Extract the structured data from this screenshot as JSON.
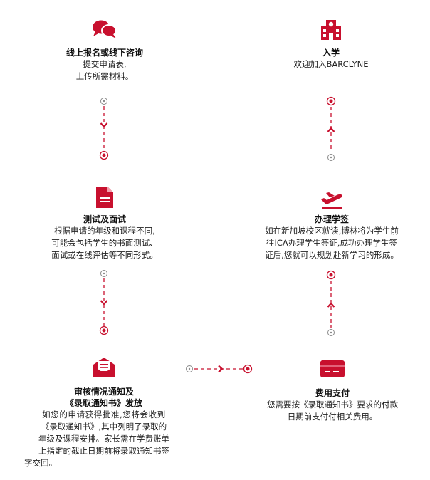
{
  "colors": {
    "accent": "#c8102e",
    "muted": "#8a8a8a"
  },
  "steps": [
    {
      "id": "apply",
      "icon": "chat-bubbles-icon",
      "title": "线上报名或线下咨询",
      "desc_lines": [
        "提交申请表,",
        "上传所需材料。"
      ]
    },
    {
      "id": "enroll",
      "icon": "school-building-icon",
      "title": "入学",
      "desc_lines": [
        "欢迎加入BARCLYNE"
      ]
    },
    {
      "id": "test",
      "icon": "document-icon",
      "title": "测试及面试",
      "desc_lines": [
        "根据申请的年级和课程不同,",
        "可能会包括学生的书面测试、",
        "面试或在线评估等不同形式。"
      ]
    },
    {
      "id": "visa",
      "icon": "airplane-departure-icon",
      "title": "办理学签",
      "desc_lines": [
        "如在新加坡校区就读,博林将为学生前",
        "往ICA办理学生签证,成功办理学生签",
        "证后,您就可以规划赴新学习的形成。"
      ]
    },
    {
      "id": "review",
      "icon": "mail-envelope-icon",
      "title_lines": [
        "审核情况通知及",
        "《录取通知书》发放"
      ],
      "desc_lines": [
        "如您的申请获得批准,您将会收到",
        "《录取通知书》,其中列明了录取的",
        "年级及课程安排。家长需在学费账单",
        "上指定的截止日期前将录取通知书签",
        "字交回。"
      ]
    },
    {
      "id": "payment",
      "icon": "credit-card-icon",
      "title": "费用支付",
      "desc_lines": [
        "您需要按《录取通知书》要求的付款",
        "日期前支付付相关费用。"
      ]
    }
  ]
}
